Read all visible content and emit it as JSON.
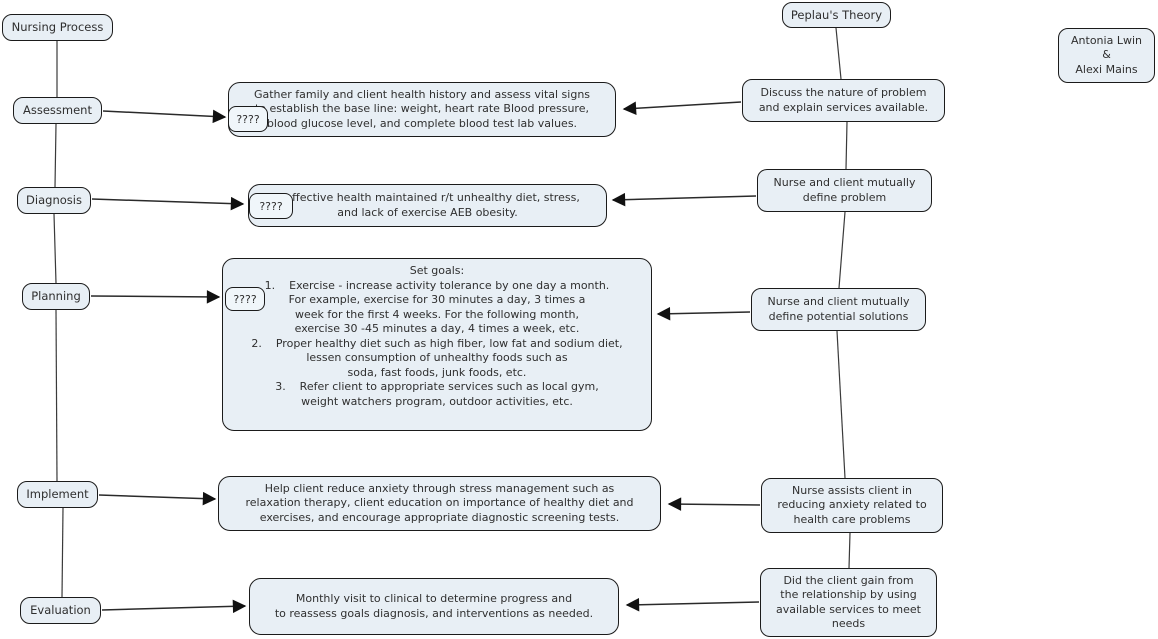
{
  "nursing_process": {
    "title": "Nursing Process",
    "steps": {
      "assessment": "Assessment",
      "diagnosis": "Diagnosis",
      "planning": "Planning",
      "implement": "Implement",
      "evaluation": "Evaluation"
    },
    "details": {
      "assessment": "Gather family and client health history and assess vital signs\nto establish the base line: weight, heart rate Blood pressure,\nblood glucose level, and complete blood test lab values.",
      "diagnosis": "Ineffective health maintained r/t unhealthy diet, stress,\nand lack of exercise AEB obesity.",
      "planning": "Set goals:\n1.    Exercise - increase activity tolerance by one day a month.\nFor example, exercise for 30 minutes a day, 3 times a\nweek for the first 4 weeks. For the following month,\nexercise 30 -45 minutes a day, 4 times a week, etc.\n2.    Proper healthy diet such as high fiber, low fat and sodium diet,\nlessen consumption of unhealthy foods such as\nsoda, fast foods, junk foods, etc.\n3.    Refer client to appropriate services such as local gym,\nweight watchers program, outdoor activities, etc.",
      "implement": "Help client reduce anxiety through stress management such as\nrelaxation therapy, client education on importance of healthy diet and\nexercises, and encourage appropriate diagnostic screening tests.",
      "evaluation": "Monthly visit to clinical to determine progress and\nto reassess goals diagnosis, and interventions as needed."
    }
  },
  "peplau": {
    "title": "Peplau's Theory",
    "stages": {
      "orientation": "Discuss the nature of problem\nand explain services available.",
      "define_problem": "Nurse and client mutually\ndefine problem",
      "define_solutions": "Nurse and client mutually\ndefine potential solutions",
      "reduce_anxiety": "Nurse assists client in\nreducing anxiety related to\nhealth care problems",
      "resolution": "Did the client gain from\nthe relationship by using\navailable services to meet\nneeds"
    }
  },
  "authors": "Antonia Lwin\n&\nAlexi Mains",
  "placeholder": "????",
  "colors": {
    "node_fill": "#e8eff5",
    "node_border": "#1b1b1b",
    "connector": "#3a3a3a",
    "arrowhead": "#111111"
  }
}
